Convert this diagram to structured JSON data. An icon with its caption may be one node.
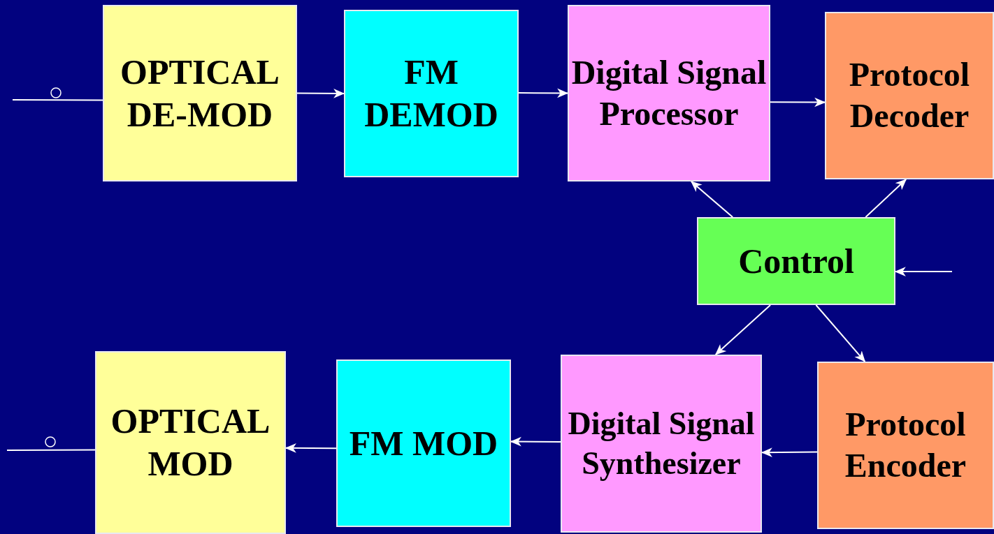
{
  "diagram": {
    "nodes": [
      {
        "text": [
          "OPTICAL DE-MOD"
        ]
      },
      {
        "text": [
          "FM DEMOD"
        ]
      },
      {
        "text": [
          "Digital Signal Processor"
        ]
      },
      {
        "text": [
          "Protocol Decoder"
        ]
      },
      {
        "text": [
          "Control"
        ]
      },
      {
        "text": [
          "OPTICAL MOD"
        ]
      },
      {
        "text": [
          "FM MOD"
        ]
      },
      {
        "text": [
          "Digital Signal Synthesizer"
        ]
      },
      {
        "text": [
          "Protocol Encoder"
        ]
      }
    ],
    "edges": [
      {
        "from": null,
        "to": 0,
        "arrow": "none"
      },
      {
        "from": 0,
        "to": 1,
        "arrow": "to"
      },
      {
        "from": 1,
        "to": 2,
        "arrow": "to"
      },
      {
        "from": 2,
        "to": 3,
        "arrow": "to"
      },
      {
        "from": 4,
        "to": 2,
        "arrow": "to"
      },
      {
        "from": 4,
        "to": 3,
        "arrow": "to"
      },
      {
        "from": null,
        "to": 4,
        "arrow": "to"
      },
      {
        "from": 4,
        "to": 7,
        "arrow": "to"
      },
      {
        "from": 4,
        "to": 8,
        "arrow": "to"
      },
      {
        "from": 8,
        "to": 7,
        "arrow": "to"
      },
      {
        "from": 7,
        "to": 6,
        "arrow": "to"
      },
      {
        "from": 6,
        "to": 5,
        "arrow": "to"
      },
      {
        "from": 5,
        "to": null,
        "arrow": "none"
      }
    ]
  }
}
